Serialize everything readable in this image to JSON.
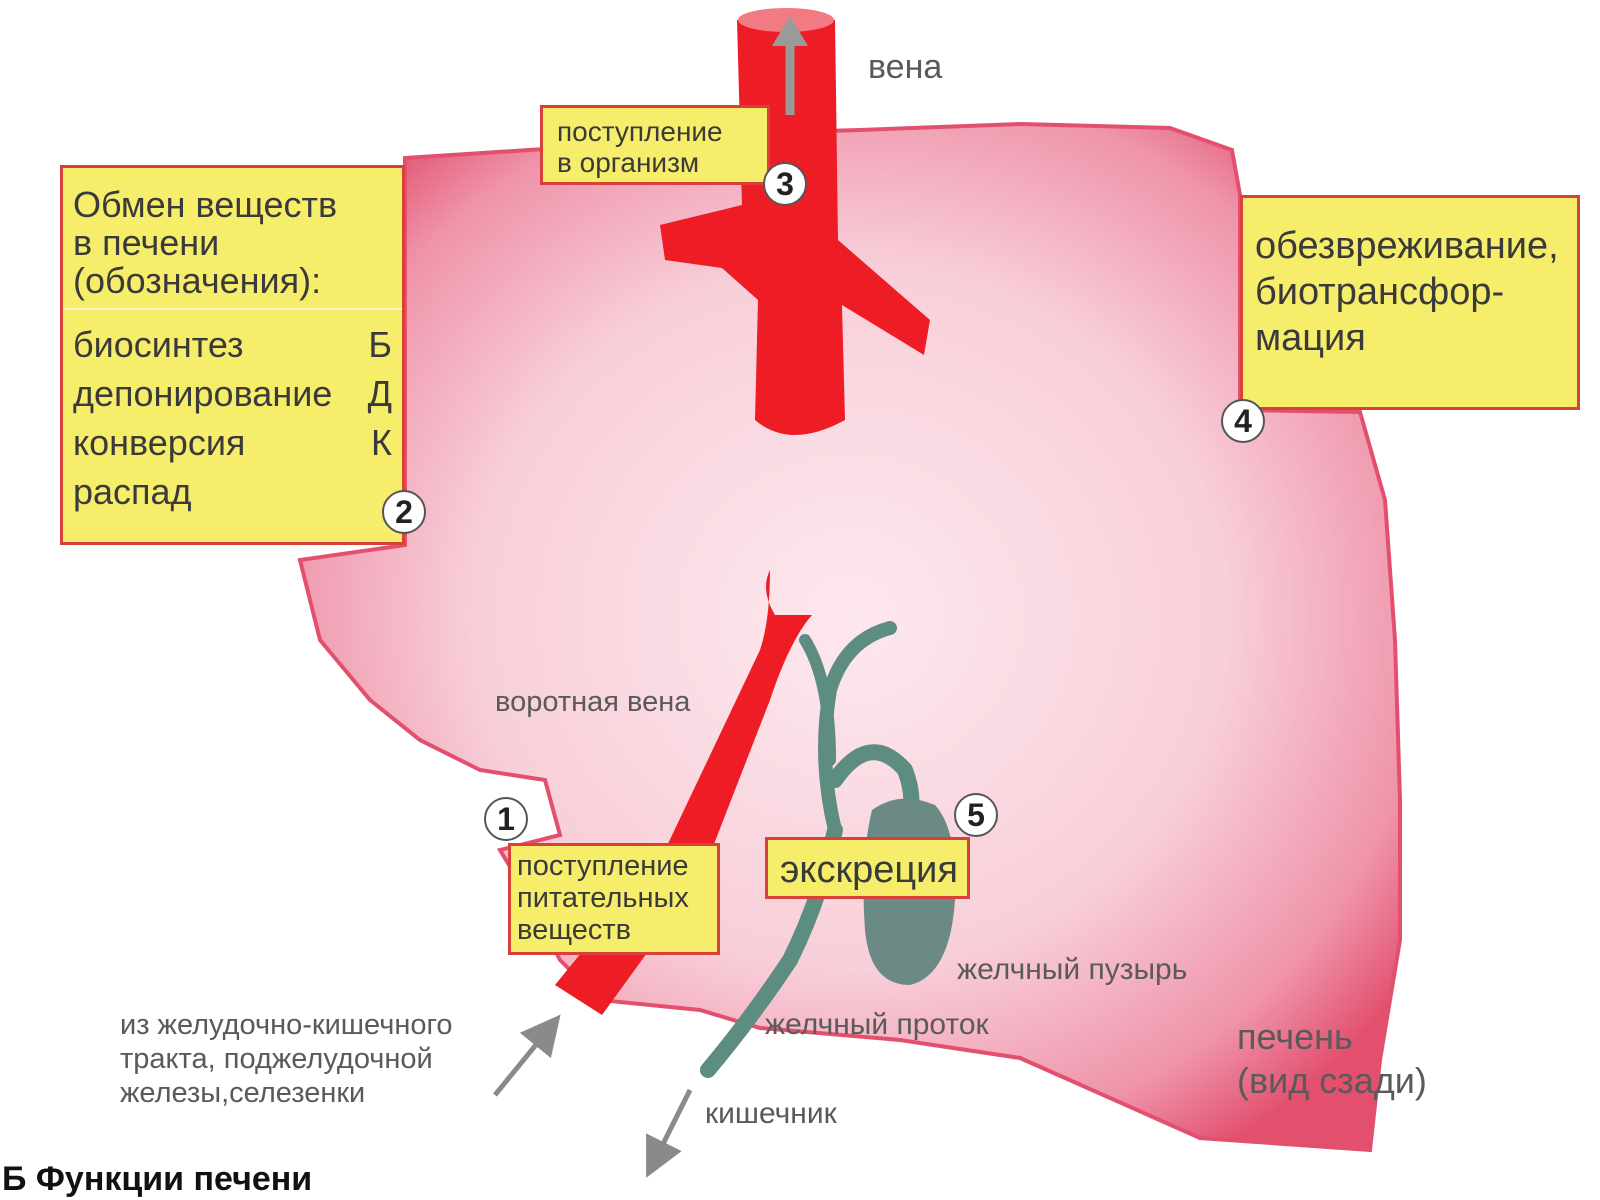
{
  "diagram": {
    "legend": {
      "title_lines": [
        "Обмен веществ",
        "в печени",
        "(обозначения):"
      ],
      "items": [
        {
          "label": "биосинтез",
          "code": "Б"
        },
        {
          "label": "депонирование",
          "code": "Д"
        },
        {
          "label": "конверсия",
          "code": "К"
        },
        {
          "label": "распад",
          "code": ""
        }
      ]
    },
    "steps": [
      {
        "number": "1",
        "text_lines": [
          "поступление",
          "питательных",
          "веществ"
        ]
      },
      {
        "number": "2",
        "text_lines": []
      },
      {
        "number": "3",
        "text_lines": [
          "поступление",
          "в организм"
        ]
      },
      {
        "number": "4",
        "text_lines": [
          "обезвреживание,",
          "биотрансфор-",
          "мация"
        ]
      },
      {
        "number": "5",
        "text_lines": [
          "экскреция"
        ]
      }
    ],
    "labels": {
      "vein": "вена",
      "portal_vein": "воротная вена",
      "gallbladder": "желчный пузырь",
      "bile_duct": "желчный проток",
      "intestine": "кишечник",
      "source_lines": [
        "из желудочно-кишечного",
        "тракта, поджелудочной",
        "железы,селезенки"
      ],
      "liver_lines": [
        "печень",
        "(вид сзади)"
      ]
    },
    "caption": "Б  Функции печени",
    "colors": {
      "liver_fill": "#f8c8d4",
      "liver_edge": "#e2506e",
      "vessel": "#ee1c25",
      "bile": "#5d8c80",
      "box_fill": "#f6ee6a",
      "box_border": "#d8413a"
    }
  }
}
